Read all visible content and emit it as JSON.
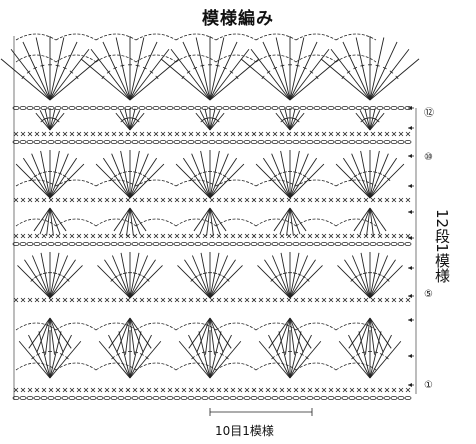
{
  "title": "模様編み",
  "row_markers": [
    "⑫",
    "⑩",
    "⑤",
    "①"
  ],
  "repeat_height_label": "12段1模様",
  "repeat_width_label": "10目1模様"
}
